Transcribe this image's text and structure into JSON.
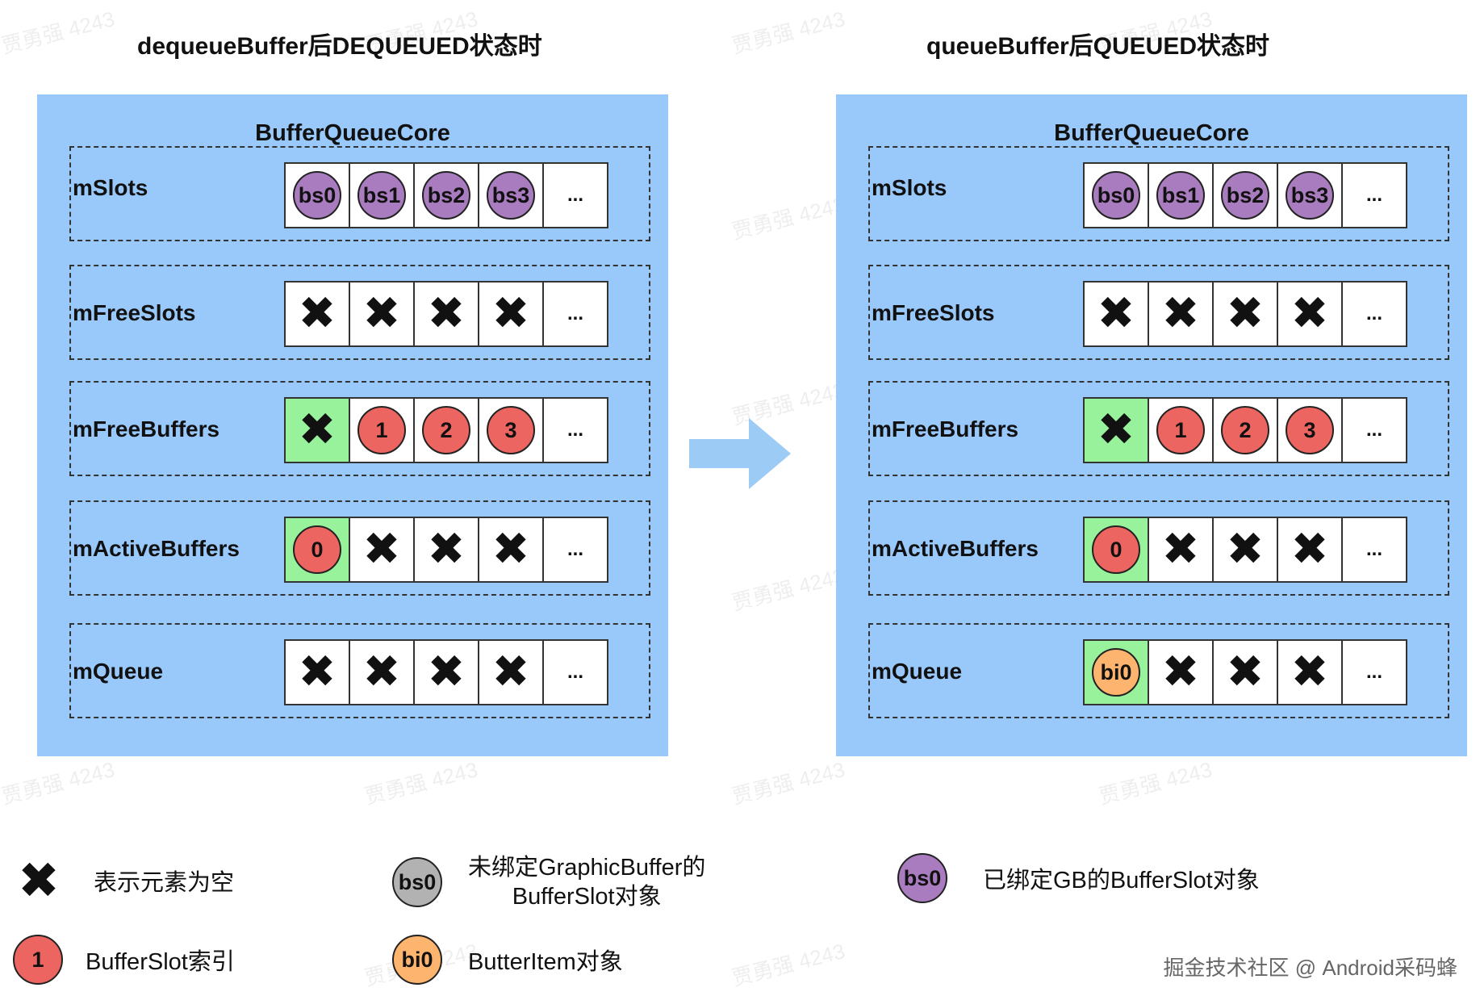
{
  "left": {
    "heading": "dequeueBuffer后DEQUEUED状态时",
    "core_title": "BufferQueueCore",
    "rows": [
      {
        "label": "mSlots",
        "cells": [
          {
            "kind": "circle",
            "color": "purple",
            "text": "bs0"
          },
          {
            "kind": "circle",
            "color": "purple",
            "text": "bs1"
          },
          {
            "kind": "circle",
            "color": "purple",
            "text": "bs2"
          },
          {
            "kind": "circle",
            "color": "purple",
            "text": "bs3"
          },
          {
            "kind": "dots",
            "text": "..."
          }
        ]
      },
      {
        "label": "mFreeSlots",
        "cells": [
          {
            "kind": "x"
          },
          {
            "kind": "x"
          },
          {
            "kind": "x"
          },
          {
            "kind": "x"
          },
          {
            "kind": "dots",
            "text": "..."
          }
        ]
      },
      {
        "label": "mFreeBuffers",
        "cells": [
          {
            "kind": "x",
            "bg": "green"
          },
          {
            "kind": "circle",
            "color": "red",
            "text": "1"
          },
          {
            "kind": "circle",
            "color": "red",
            "text": "2"
          },
          {
            "kind": "circle",
            "color": "red",
            "text": "3"
          },
          {
            "kind": "dots",
            "text": "..."
          }
        ]
      },
      {
        "label": "mActiveBuffers",
        "cells": [
          {
            "kind": "circle",
            "color": "red",
            "text": "0",
            "bg": "green"
          },
          {
            "kind": "x"
          },
          {
            "kind": "x"
          },
          {
            "kind": "x"
          },
          {
            "kind": "dots",
            "text": "..."
          }
        ]
      },
      {
        "label": "mQueue",
        "cells": [
          {
            "kind": "x"
          },
          {
            "kind": "x"
          },
          {
            "kind": "x"
          },
          {
            "kind": "x"
          },
          {
            "kind": "dots",
            "text": "..."
          }
        ]
      }
    ]
  },
  "right": {
    "heading": "queueBuffer后QUEUED状态时",
    "core_title": "BufferQueueCore",
    "rows": [
      {
        "label": "mSlots",
        "cells": [
          {
            "kind": "circle",
            "color": "purple",
            "text": "bs0"
          },
          {
            "kind": "circle",
            "color": "purple",
            "text": "bs1"
          },
          {
            "kind": "circle",
            "color": "purple",
            "text": "bs2"
          },
          {
            "kind": "circle",
            "color": "purple",
            "text": "bs3"
          },
          {
            "kind": "dots",
            "text": "..."
          }
        ]
      },
      {
        "label": "mFreeSlots",
        "cells": [
          {
            "kind": "x"
          },
          {
            "kind": "x"
          },
          {
            "kind": "x"
          },
          {
            "kind": "x"
          },
          {
            "kind": "dots",
            "text": "..."
          }
        ]
      },
      {
        "label": "mFreeBuffers",
        "cells": [
          {
            "kind": "x",
            "bg": "green"
          },
          {
            "kind": "circle",
            "color": "red",
            "text": "1"
          },
          {
            "kind": "circle",
            "color": "red",
            "text": "2"
          },
          {
            "kind": "circle",
            "color": "red",
            "text": "3"
          },
          {
            "kind": "dots",
            "text": "..."
          }
        ]
      },
      {
        "label": "mActiveBuffers",
        "cells": [
          {
            "kind": "circle",
            "color": "red",
            "text": "0",
            "bg": "green"
          },
          {
            "kind": "x"
          },
          {
            "kind": "x"
          },
          {
            "kind": "x"
          },
          {
            "kind": "dots",
            "text": "..."
          }
        ]
      },
      {
        "label": "mQueue",
        "cells": [
          {
            "kind": "circle",
            "color": "orange",
            "text": "bi0",
            "bg": "green"
          },
          {
            "kind": "x"
          },
          {
            "kind": "x"
          },
          {
            "kind": "x"
          },
          {
            "kind": "dots",
            "text": "..."
          }
        ]
      }
    ]
  },
  "legend": {
    "empty_label": "表示元素为空",
    "unbound_symbol": "bs0",
    "unbound_label_line1": "未绑定GraphicBuffer的",
    "unbound_label_line2": "BufferSlot对象",
    "bound_symbol": "bs0",
    "bound_label": "已绑定GB的BufferSlot对象",
    "index_symbol": "1",
    "index_label": "BufferSlot索引",
    "item_symbol": "bi0",
    "item_label": "ButterItem对象"
  },
  "watermark_text": "贾勇强 4243",
  "credit": "掘金技术社区 @ Android采码蜂",
  "colors": {
    "panel": "#99c8fb",
    "purple": "#a97bbf",
    "red": "#ec6560",
    "orange": "#fdb46e",
    "green": "#98f29c",
    "gray": "#b2b2b2",
    "arrow": "#9ccbf5"
  }
}
